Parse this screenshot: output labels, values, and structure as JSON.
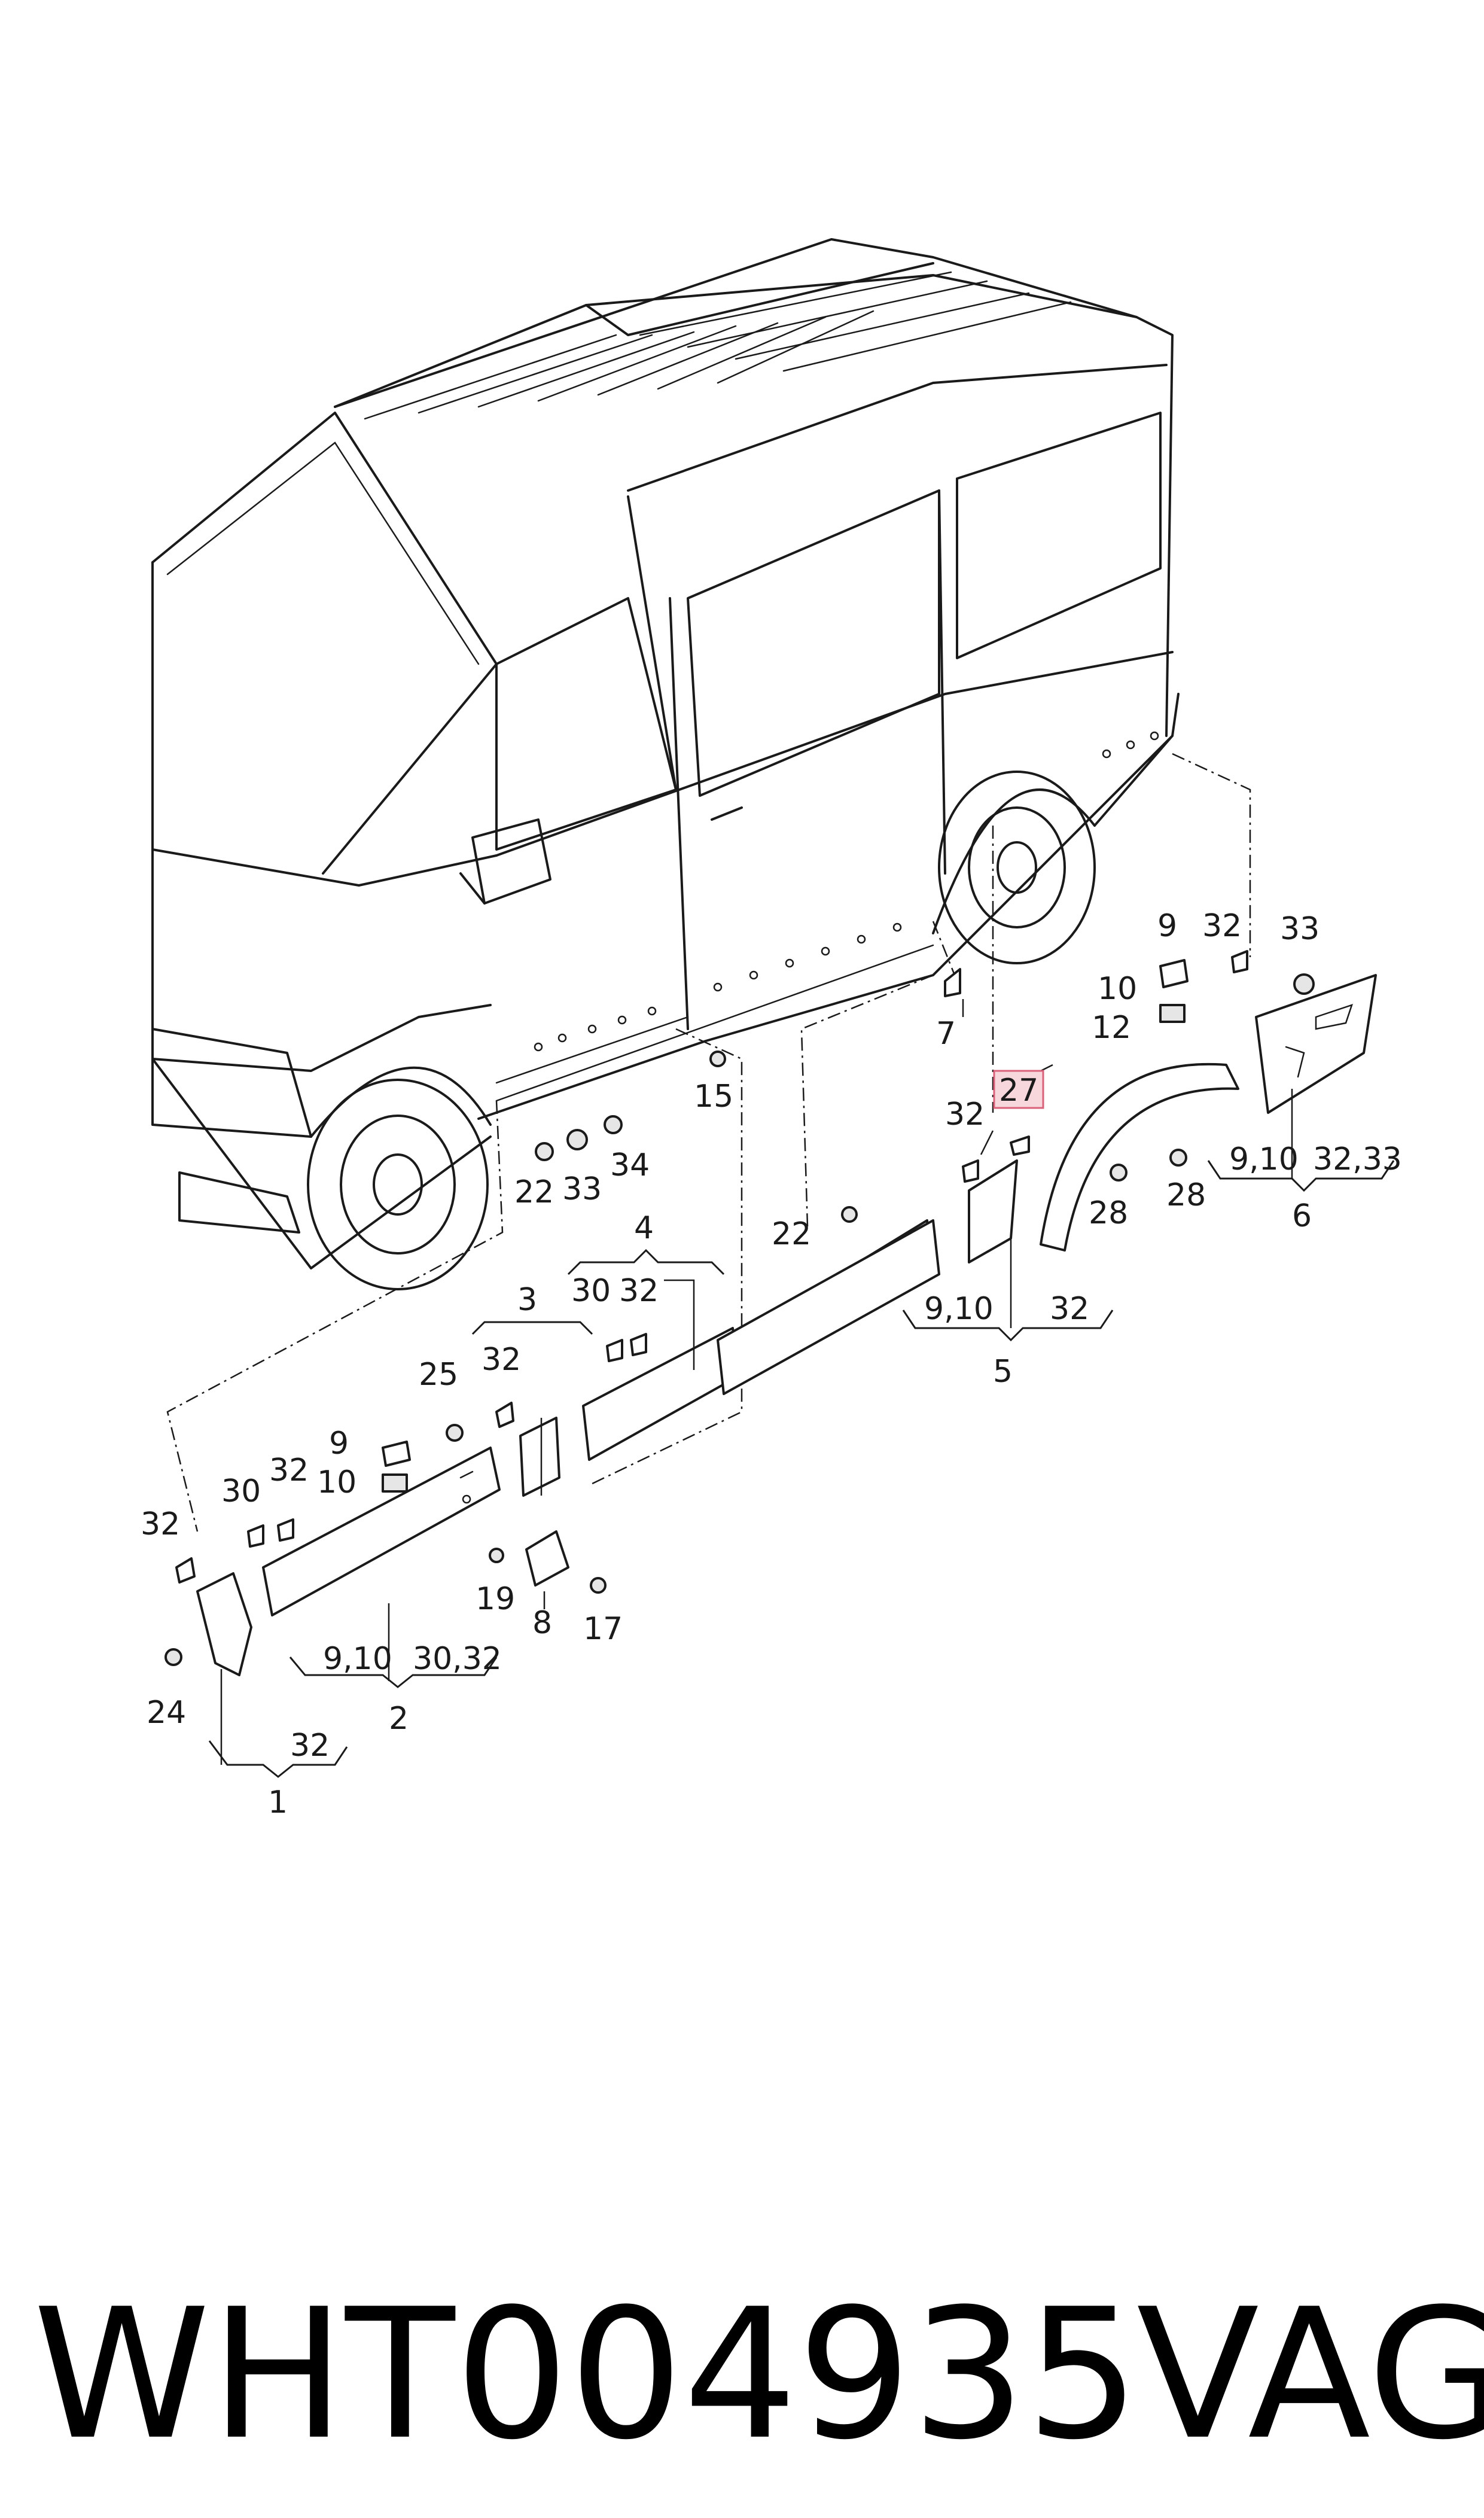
{
  "diagram": {
    "labels": {
      "l1": "1",
      "l2": "2",
      "l3": "3",
      "l4": "4",
      "l5": "5",
      "l6": "6",
      "l7": "7",
      "l8": "8",
      "l9a": "9",
      "l9b": "9",
      "l10a": "10",
      "l10b": "10",
      "l12": "12",
      "l15": "15",
      "l17": "17",
      "l19": "19",
      "l22a": "22",
      "l22b": "22",
      "l24": "24",
      "l25": "25",
      "l27": "27",
      "l28a": "28",
      "l28b": "28",
      "l30a": "30",
      "l30b": "30",
      "l32a": "32",
      "l32b": "32",
      "l32c": "32",
      "l32d": "32",
      "l32e": "32",
      "l32f": "32",
      "l33a": "33",
      "l33b": "33",
      "l34": "34"
    },
    "groups": {
      "g1": "32",
      "g2a": "9,10",
      "g2b": "30,32",
      "g5a": "9,10",
      "g5b": "32",
      "g6a": "9,10",
      "g6b": "32,33"
    },
    "highlighted_label": "27",
    "highlight_color": "#f7d7dc"
  },
  "footer": {
    "reference": "WHT004935",
    "brand": "VAG"
  }
}
